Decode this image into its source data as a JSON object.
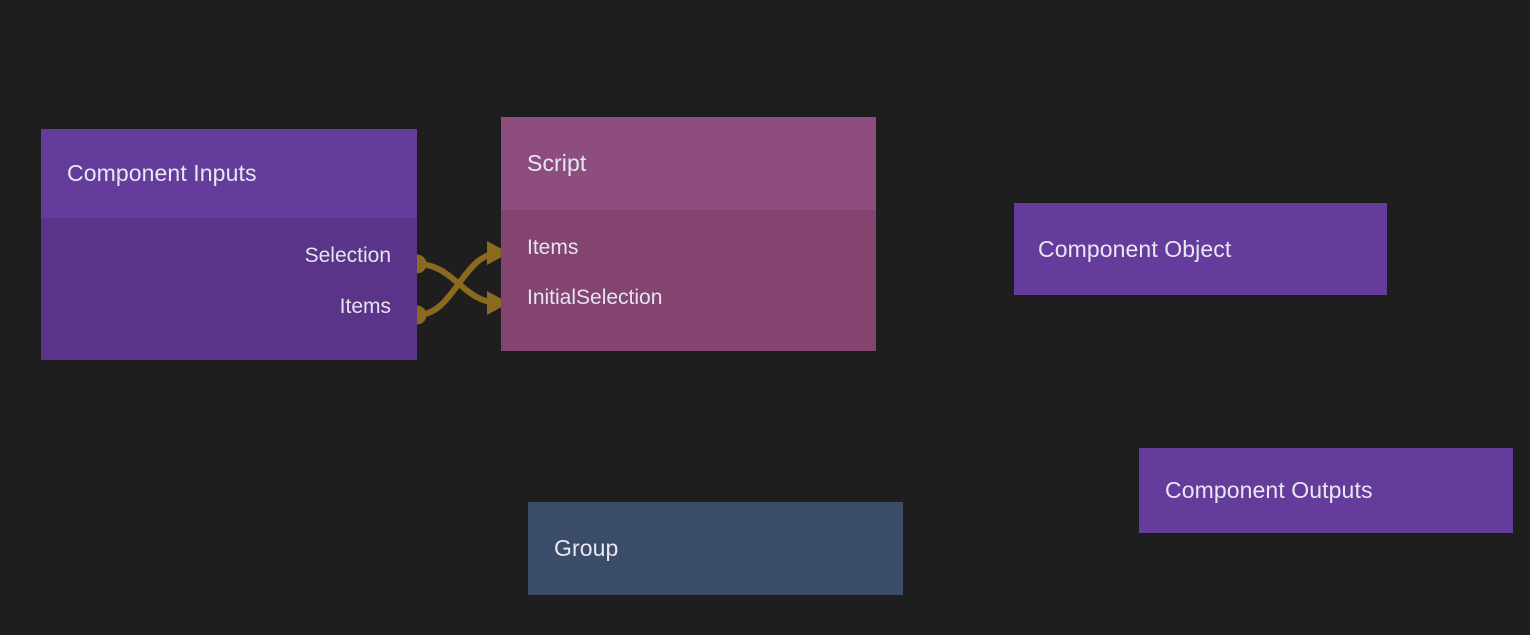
{
  "canvas": {
    "background_color": "#1e1e1e",
    "wire_color": "#8a6a1e"
  },
  "nodes": {
    "component_inputs": {
      "title": "Component Inputs",
      "header_color": "#643c9c",
      "body_color": "#5a3489",
      "output_ports": [
        {
          "label": "Selection"
        },
        {
          "label": "Items"
        }
      ]
    },
    "script": {
      "title": "Script",
      "header_color": "#8d4d7e",
      "body_color": "#83446f",
      "input_ports": [
        {
          "label": "Items"
        },
        {
          "label": "InitialSelection"
        }
      ]
    },
    "component_object": {
      "title": "Component Object",
      "header_color": "#643c9c"
    },
    "component_outputs": {
      "title": "Component Outputs",
      "header_color": "#643c9c"
    },
    "group": {
      "title": "Group",
      "header_color": "#3b4c69"
    }
  },
  "connections": [
    {
      "from": "component_inputs.Selection",
      "to": "script.InitialSelection"
    },
    {
      "from": "component_inputs.Items",
      "to": "script.Items"
    }
  ]
}
